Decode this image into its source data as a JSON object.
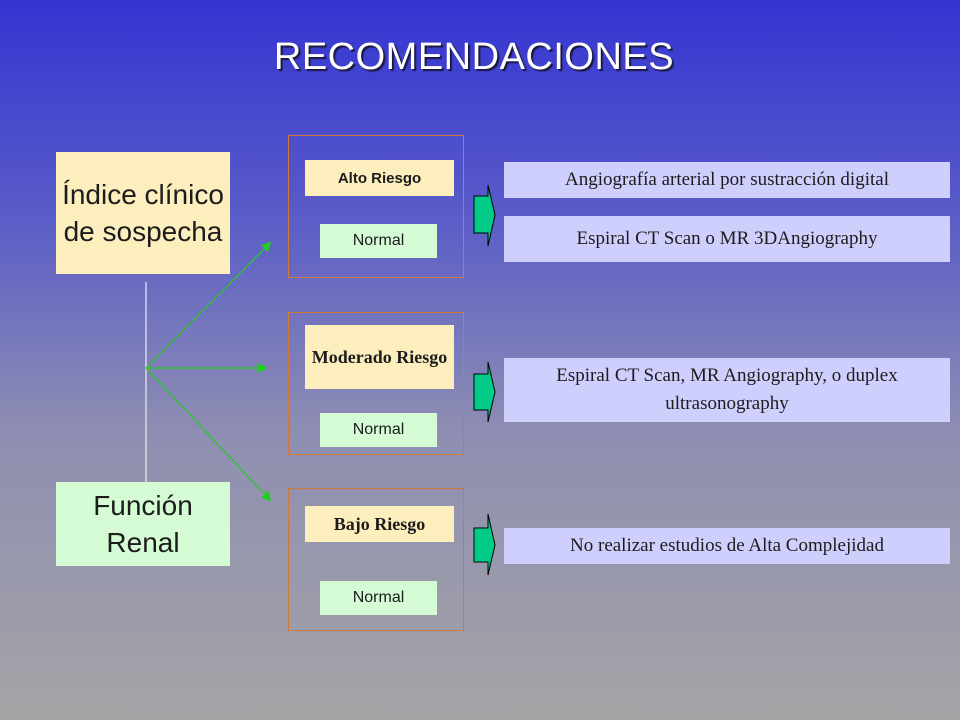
{
  "title": "RECOMENDACIONES",
  "inputs": {
    "indice": "Índice clínico de sospecha",
    "funcion": "Función Renal"
  },
  "risks": [
    {
      "label": "Alto Riesgo",
      "normal": "Normal"
    },
    {
      "label": "Moderado Riesgo",
      "normal": "Normal"
    },
    {
      "label": "Bajo Riesgo",
      "normal": "Normal"
    }
  ],
  "recommendations": [
    "Angiografía arterial por sustracción digital",
    "Espiral CT Scan o MR 3DAngiography",
    "Espiral CT Scan, MR Angiography, o duplex ultrasonography",
    "No realizar estudios de Alta Complejidad"
  ],
  "colors": {
    "connector_line": "#22cc22",
    "block_arrow_fill": "#00cc88",
    "frame_border": "#d07838",
    "input_box_indice": "#fdeebe",
    "input_box_funcion": "#d4fbd4",
    "recommendation_box": "#cfcffe"
  }
}
